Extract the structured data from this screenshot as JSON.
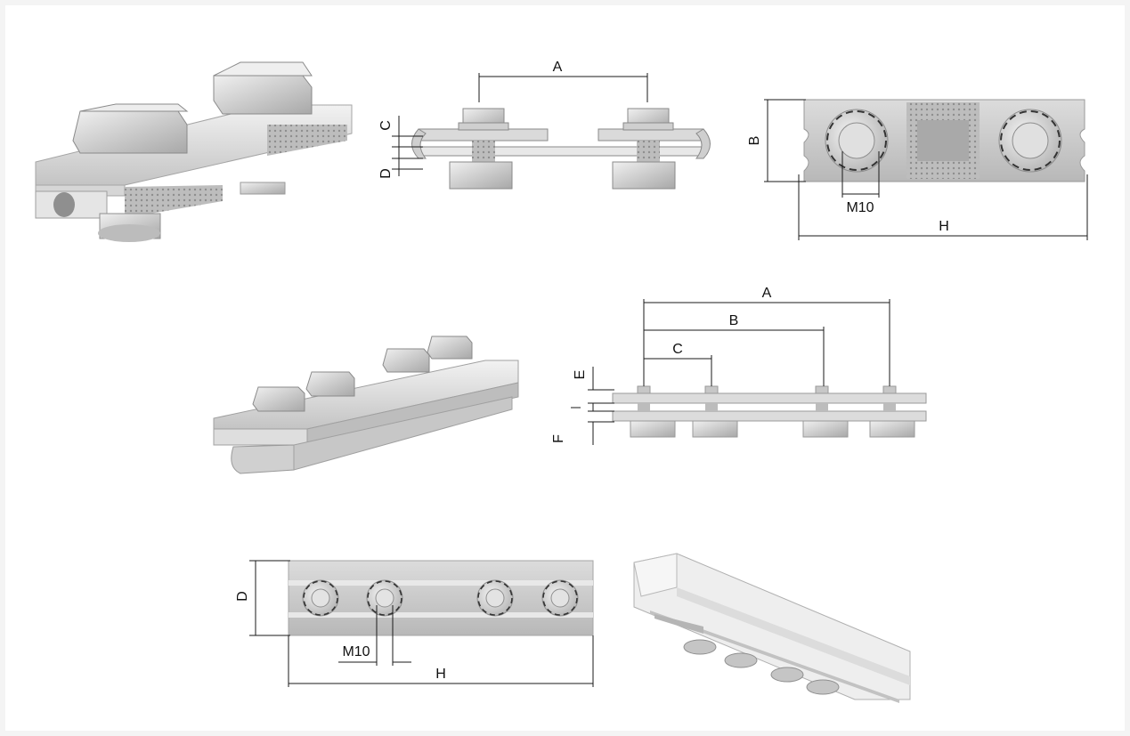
{
  "drawing_1": {
    "side_view": {
      "label_a": "A",
      "label_c": "C",
      "label_d": "D"
    },
    "top_view": {
      "label_b": "B",
      "label_m10": "M10",
      "label_h": "H"
    }
  },
  "drawing_2": {
    "side_view": {
      "label_a": "A",
      "label_b": "B",
      "label_c": "C",
      "label_e": "E",
      "label_f": "F"
    }
  },
  "drawing_3": {
    "top_view": {
      "label_d": "D",
      "label_m10": "M10",
      "label_h": "H"
    }
  },
  "colors": {
    "metal_light": "#e6e6e6",
    "metal_mid": "#c9c9c9",
    "metal_dark": "#9a9a9a",
    "dimension_line": "#1a1a1a"
  }
}
